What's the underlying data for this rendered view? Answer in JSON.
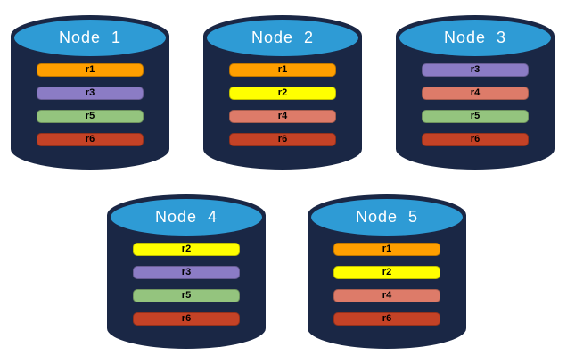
{
  "diagram": {
    "description_label": "replicated-database-nodes"
  },
  "colors": {
    "cylinder_body": "#1A2745",
    "cylinder_top": "#2E9BD5",
    "title_text": "#FFFFFF",
    "bar_text": "#000000",
    "background": "#FFFFFF",
    "replicas": {
      "r1": "#FF9F00",
      "r2": "#FFFF00",
      "r3": "#8B7CC5",
      "r4": "#DD7B69",
      "r5": "#94C47E",
      "r6": "#C44226"
    }
  },
  "nodes": [
    {
      "label": "Node  1",
      "replicas": [
        "r1",
        "r3",
        "r5",
        "r6"
      ]
    },
    {
      "label": "Node  2",
      "replicas": [
        "r1",
        "r2",
        "r4",
        "r6"
      ]
    },
    {
      "label": "Node  3",
      "replicas": [
        "r3",
        "r4",
        "r5",
        "r6"
      ]
    },
    {
      "label": "Node  4",
      "replicas": [
        "r2",
        "r3",
        "r5",
        "r6"
      ]
    },
    {
      "label": "Node  5",
      "replicas": [
        "r1",
        "r2",
        "r4",
        "r6"
      ]
    }
  ]
}
